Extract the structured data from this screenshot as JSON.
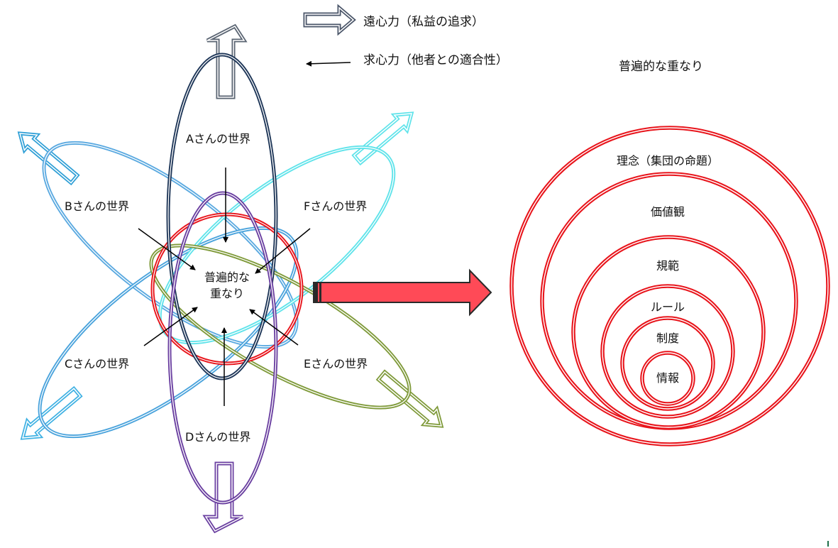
{
  "legend": {
    "centrifugal": "遠心力（私益の追求）",
    "centripetal": "求心力（他者との適合性）"
  },
  "right_title": "普遍的な重なり",
  "worlds": {
    "a": "Aさんの世界",
    "b": "Bさんの世界",
    "c": "Cさんの世界",
    "d": "Dさんの世界",
    "e": "Eさんの世界",
    "f": "Fさんの世界"
  },
  "center": {
    "line1": "普遍的な",
    "line2": "重なり"
  },
  "layers": [
    "理念（集団の命題）",
    "価値観",
    "規範",
    "ルール",
    "制度",
    "情報"
  ],
  "colors": {
    "a": "#1d3557",
    "b": "#5aa9e0",
    "c": "#4aa3dc",
    "d": "#6a3fa0",
    "e": "#7f9a3a",
    "f": "#5fe3ea",
    "core": "#e8141b",
    "big_arrow": "#ff4a57"
  }
}
